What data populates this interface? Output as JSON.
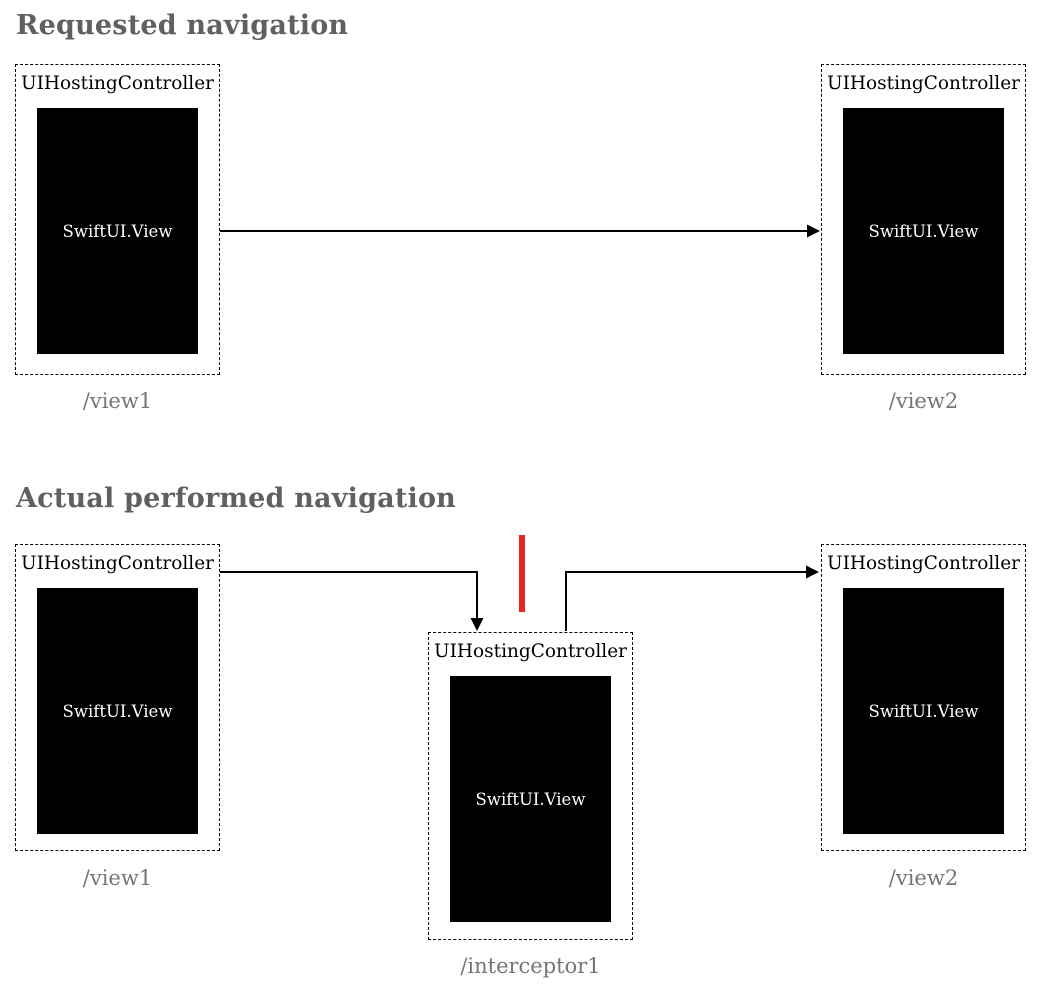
{
  "colors": {
    "heading": "#606060",
    "route_label": "#757575",
    "box_border": "#000000",
    "screen_bg": "#000000",
    "screen_text": "#ffffff",
    "arrow": "#000000",
    "blocked_marker": "#e8251c"
  },
  "sections": [
    {
      "heading": "Requested navigation",
      "nodes": [
        {
          "controller": "UIHostingController",
          "view": "SwiftUI.View",
          "route": "/view1"
        },
        {
          "controller": "UIHostingController",
          "view": "SwiftUI.View",
          "route": "/view2"
        }
      ]
    },
    {
      "heading": "Actual performed navigation",
      "nodes": [
        {
          "controller": "UIHostingController",
          "view": "SwiftUI.View",
          "route": "/view1"
        },
        {
          "controller": "UIHostingController",
          "view": "SwiftUI.View",
          "route": "/interceptor1"
        },
        {
          "controller": "UIHostingController",
          "view": "SwiftUI.View",
          "route": "/view2"
        }
      ]
    }
  ]
}
